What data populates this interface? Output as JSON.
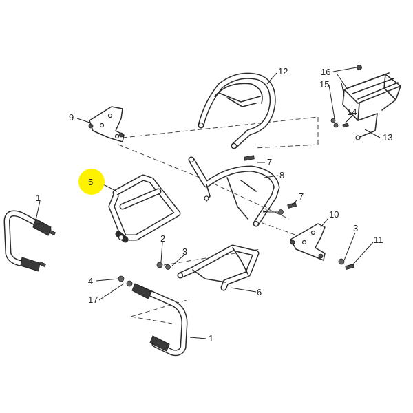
{
  "callouts": [
    {
      "id": "c1a",
      "text": "1"
    },
    {
      "id": "c1b",
      "text": "1"
    },
    {
      "id": "c2",
      "text": "2"
    },
    {
      "id": "c3a",
      "text": "3"
    },
    {
      "id": "c3b",
      "text": "3"
    },
    {
      "id": "c3c",
      "text": "3"
    },
    {
      "id": "c4",
      "text": "4"
    },
    {
      "id": "c5",
      "text": "5"
    },
    {
      "id": "c6",
      "text": "6"
    },
    {
      "id": "c7a",
      "text": "7"
    },
    {
      "id": "c7b",
      "text": "7"
    },
    {
      "id": "c8",
      "text": "8"
    },
    {
      "id": "c9",
      "text": "9"
    },
    {
      "id": "c10",
      "text": "10"
    },
    {
      "id": "c11",
      "text": "11"
    },
    {
      "id": "c12",
      "text": "12"
    },
    {
      "id": "c13",
      "text": "13"
    },
    {
      "id": "c14",
      "text": "14"
    },
    {
      "id": "c15",
      "text": "15"
    },
    {
      "id": "c16",
      "text": "16"
    },
    {
      "id": "c17",
      "text": "17"
    }
  ],
  "highlight": {
    "callout": "5",
    "color": "#fff200"
  }
}
